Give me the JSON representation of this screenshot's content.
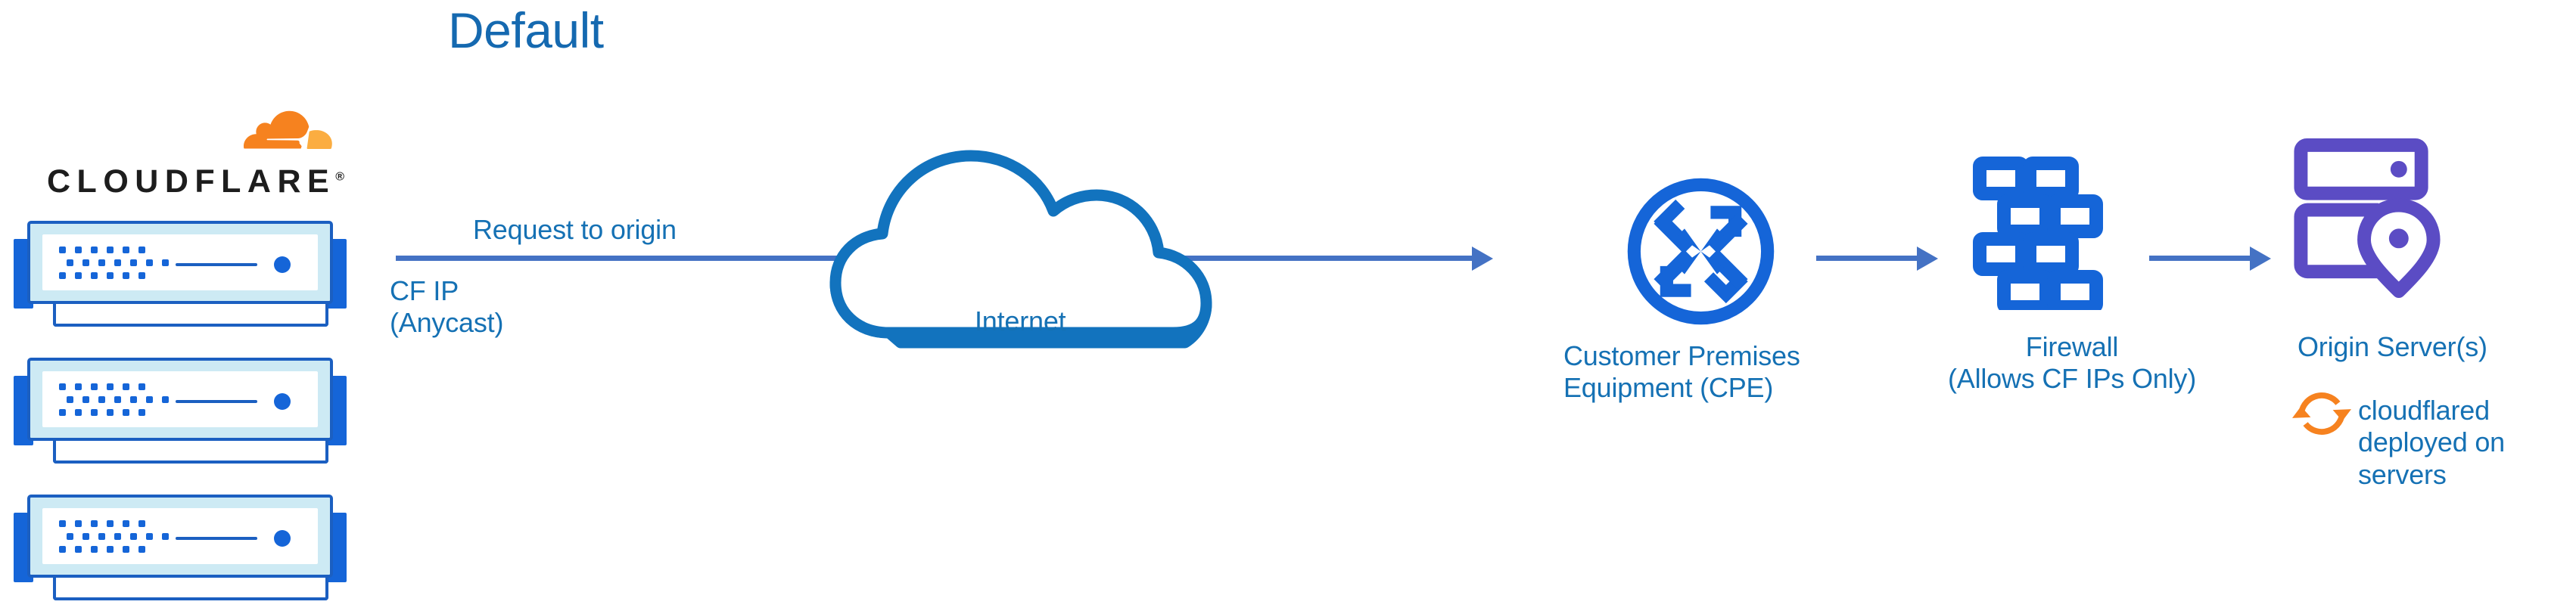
{
  "diagram": {
    "title": "Default",
    "type": "network-flow-diagram",
    "background_color": "#ffffff"
  },
  "colors": {
    "title_blue": "#1569B0",
    "label_blue": "#1571B4",
    "arrow_blue": "#4472C4",
    "icon_blue": "#1565D8",
    "switch_outline": "#1B5FC1",
    "switch_fill": "#CDEAF4",
    "origin_purple": "#5B4CC4",
    "cloudflare_orange": "#F6821F",
    "cloudflare_orange_light": "#FBAD41",
    "wordmark_black": "#1D1D1D"
  },
  "cloudflare": {
    "wordmark": "CLOUDFLARE",
    "registered_mark": "®",
    "logo_icon": "cloudflare-cloud-logo",
    "server_count": 3,
    "server_icon": "network-switch-icon"
  },
  "flow": {
    "request_label": "Request to origin",
    "source_label": "CF IP\n(Anycast)",
    "internet_label": "Internet",
    "internet_icon": "cloud-outline-icon"
  },
  "nodes": [
    {
      "id": "cpe",
      "label": "Customer Premises\nEquipment (CPE)",
      "icon": "router-circle-arrows-icon",
      "color": "#1565D8"
    },
    {
      "id": "firewall",
      "label": "Firewall\n(Allows CF IPs Only)",
      "icon": "brick-wall-icon",
      "color": "#1565D8"
    },
    {
      "id": "origin",
      "label": "Origin Server(s)",
      "icon": "server-stack-location-pin-icon",
      "color": "#5B4CC4"
    }
  ],
  "annotation": {
    "cloudflared_text": "cloudflared\ndeployed on\nservers",
    "cloudflared_icon": "sync-circular-arrows-icon",
    "cloudflared_icon_color": "#F6821F"
  },
  "arrows": [
    {
      "id": "cf-to-cpe",
      "from": "cloudflare-edge",
      "to": "cpe",
      "direction": "right"
    },
    {
      "id": "cpe-to-firewall",
      "from": "cpe",
      "to": "firewall",
      "direction": "right"
    },
    {
      "id": "firewall-to-origin",
      "from": "firewall",
      "to": "origin",
      "direction": "right"
    }
  ]
}
